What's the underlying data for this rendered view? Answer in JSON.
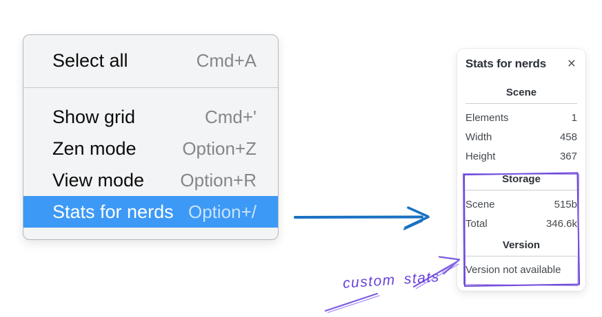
{
  "menu": {
    "sections": [
      {
        "items": [
          {
            "label": "Select all",
            "shortcut": "Cmd+A",
            "highlighted": false
          }
        ]
      },
      {
        "items": [
          {
            "label": "Show grid",
            "shortcut": "Cmd+'",
            "highlighted": false
          },
          {
            "label": "Zen mode",
            "shortcut": "Option+Z",
            "highlighted": false
          },
          {
            "label": "View mode",
            "shortcut": "Option+R",
            "highlighted": false
          },
          {
            "label": "Stats for nerds",
            "shortcut": "Option+/",
            "highlighted": true
          }
        ]
      }
    ],
    "highlight_color": "#3d99f6"
  },
  "stats_panel": {
    "title": "Stats for nerds",
    "sections": [
      {
        "heading": "Scene",
        "rows": [
          [
            "Elements",
            "1"
          ],
          [
            "Width",
            "458"
          ],
          [
            "Height",
            "367"
          ]
        ]
      },
      {
        "heading": "Storage",
        "rows": [
          [
            "Scene",
            "515b"
          ],
          [
            "Total",
            "346.6k"
          ]
        ]
      },
      {
        "heading": "Version",
        "rows": [],
        "note": "Version not available"
      }
    ]
  },
  "icons": {
    "close_icon": "×"
  },
  "annotation": {
    "label": "custom stats",
    "color": "#6741d9"
  },
  "arrows": {
    "pointer_arrow_color": "#1971c2",
    "annotation_arrow_color": "#7c5ce0",
    "sketch_box_color": "#6741d9"
  }
}
